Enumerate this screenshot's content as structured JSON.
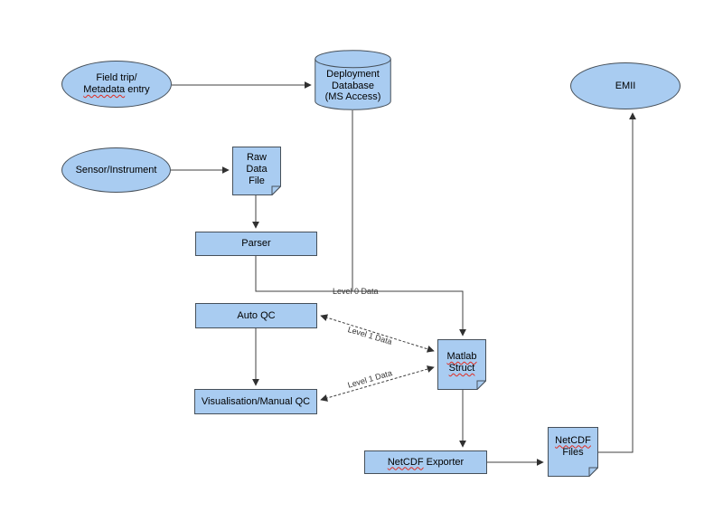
{
  "colors": {
    "node_fill": "#A9CCF1",
    "node_border": "#46505A",
    "line": "#404040",
    "squiggle": "#E02B20",
    "edge_label": "#333333"
  },
  "nodes": {
    "field_trip": {
      "line1": "Field trip/",
      "line2_word": "Metadata",
      "line2_rest": " entry"
    },
    "deployment_db": {
      "line1": "Deployment",
      "line2": "Database",
      "line3": "(MS Access)"
    },
    "emii": {
      "label": "EMII"
    },
    "sensor": {
      "label": "Sensor/Instrument"
    },
    "raw_data_file": {
      "line1": "Raw",
      "line2": "Data",
      "line3": "File"
    },
    "parser": {
      "label": "Parser"
    },
    "auto_qc": {
      "label": "Auto QC"
    },
    "vis_manual_qc": {
      "label": "Visualisation/Manual QC"
    },
    "matlab_struct": {
      "line1": "Matlab",
      "line2": "Struct"
    },
    "netcdf_exporter": {
      "word": "NetCDF",
      "rest": " Exporter"
    },
    "netcdf_files": {
      "line1": "NetCDF",
      "line2": "Files"
    }
  },
  "edge_labels": {
    "level0": "Level 0 Data",
    "level1_upper": "Level 1 Data",
    "level1_lower": "Level 1 Data"
  }
}
